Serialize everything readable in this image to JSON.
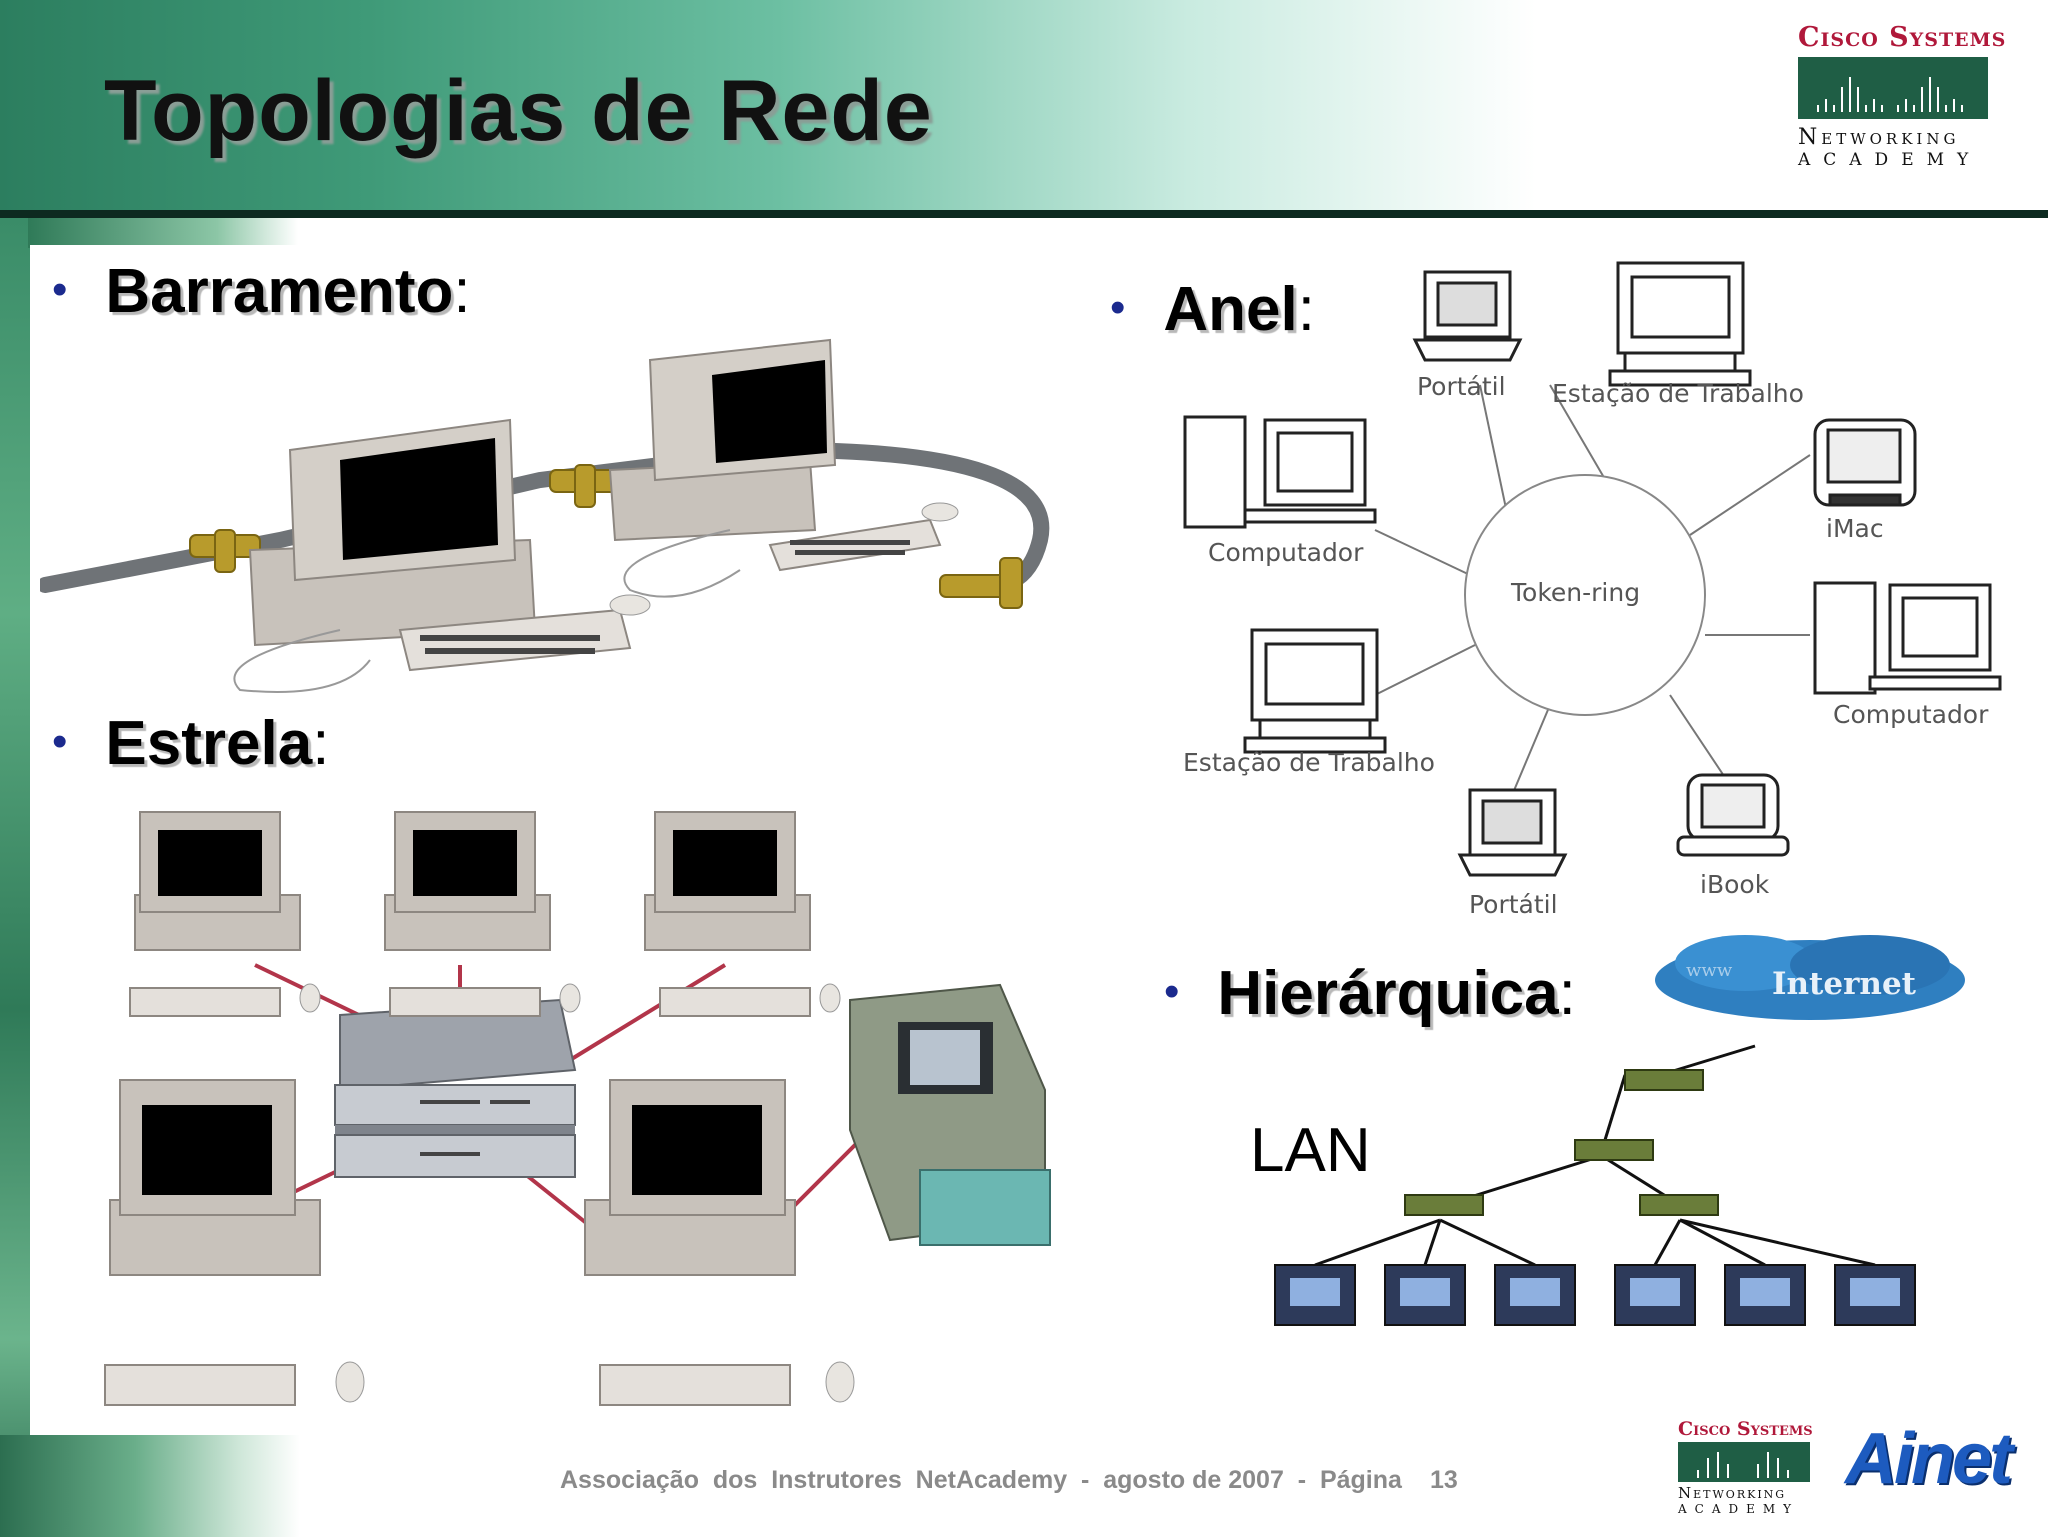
{
  "header": {
    "title": "Topologias de Rede",
    "logo": {
      "line1": "Cisco Systems",
      "line2": "Networking",
      "line3": "Academy"
    }
  },
  "bullets": {
    "bus": {
      "term": "Barramento",
      "suffix": ":"
    },
    "star": {
      "term": "Estrela",
      "suffix": ":"
    },
    "ring": {
      "term": "Anel",
      "suffix": ":"
    },
    "hier": {
      "term": "Hierárquica",
      "suffix": ":"
    }
  },
  "ring_diagram": {
    "center": "Token-ring",
    "nodes": [
      "Portátil",
      "Estação de Trabalho",
      "iMac",
      "Computador",
      "iBook",
      "Portátil",
      "Estação de Trabalho",
      "Computador"
    ]
  },
  "hierarchy": {
    "cloud": "Internet",
    "cloud_small": "www",
    "lan": "LAN"
  },
  "footer": {
    "text": "Associação  dos  Instrutores  NetAcademy  -  agosto de 2007  -  Página",
    "page": "13"
  },
  "footer_logos": {
    "cisco1": "Cisco Systems",
    "cisco2": "Networking",
    "cisco3": "Academy",
    "ainet": "Ainet"
  },
  "colors": {
    "header_green": "#3f9a78",
    "bullet_blue": "#1b2a8e",
    "ainet_blue": "#1d5bbf",
    "cisco_red": "#b0183a",
    "cloud_blue": "#2f7fc0"
  }
}
